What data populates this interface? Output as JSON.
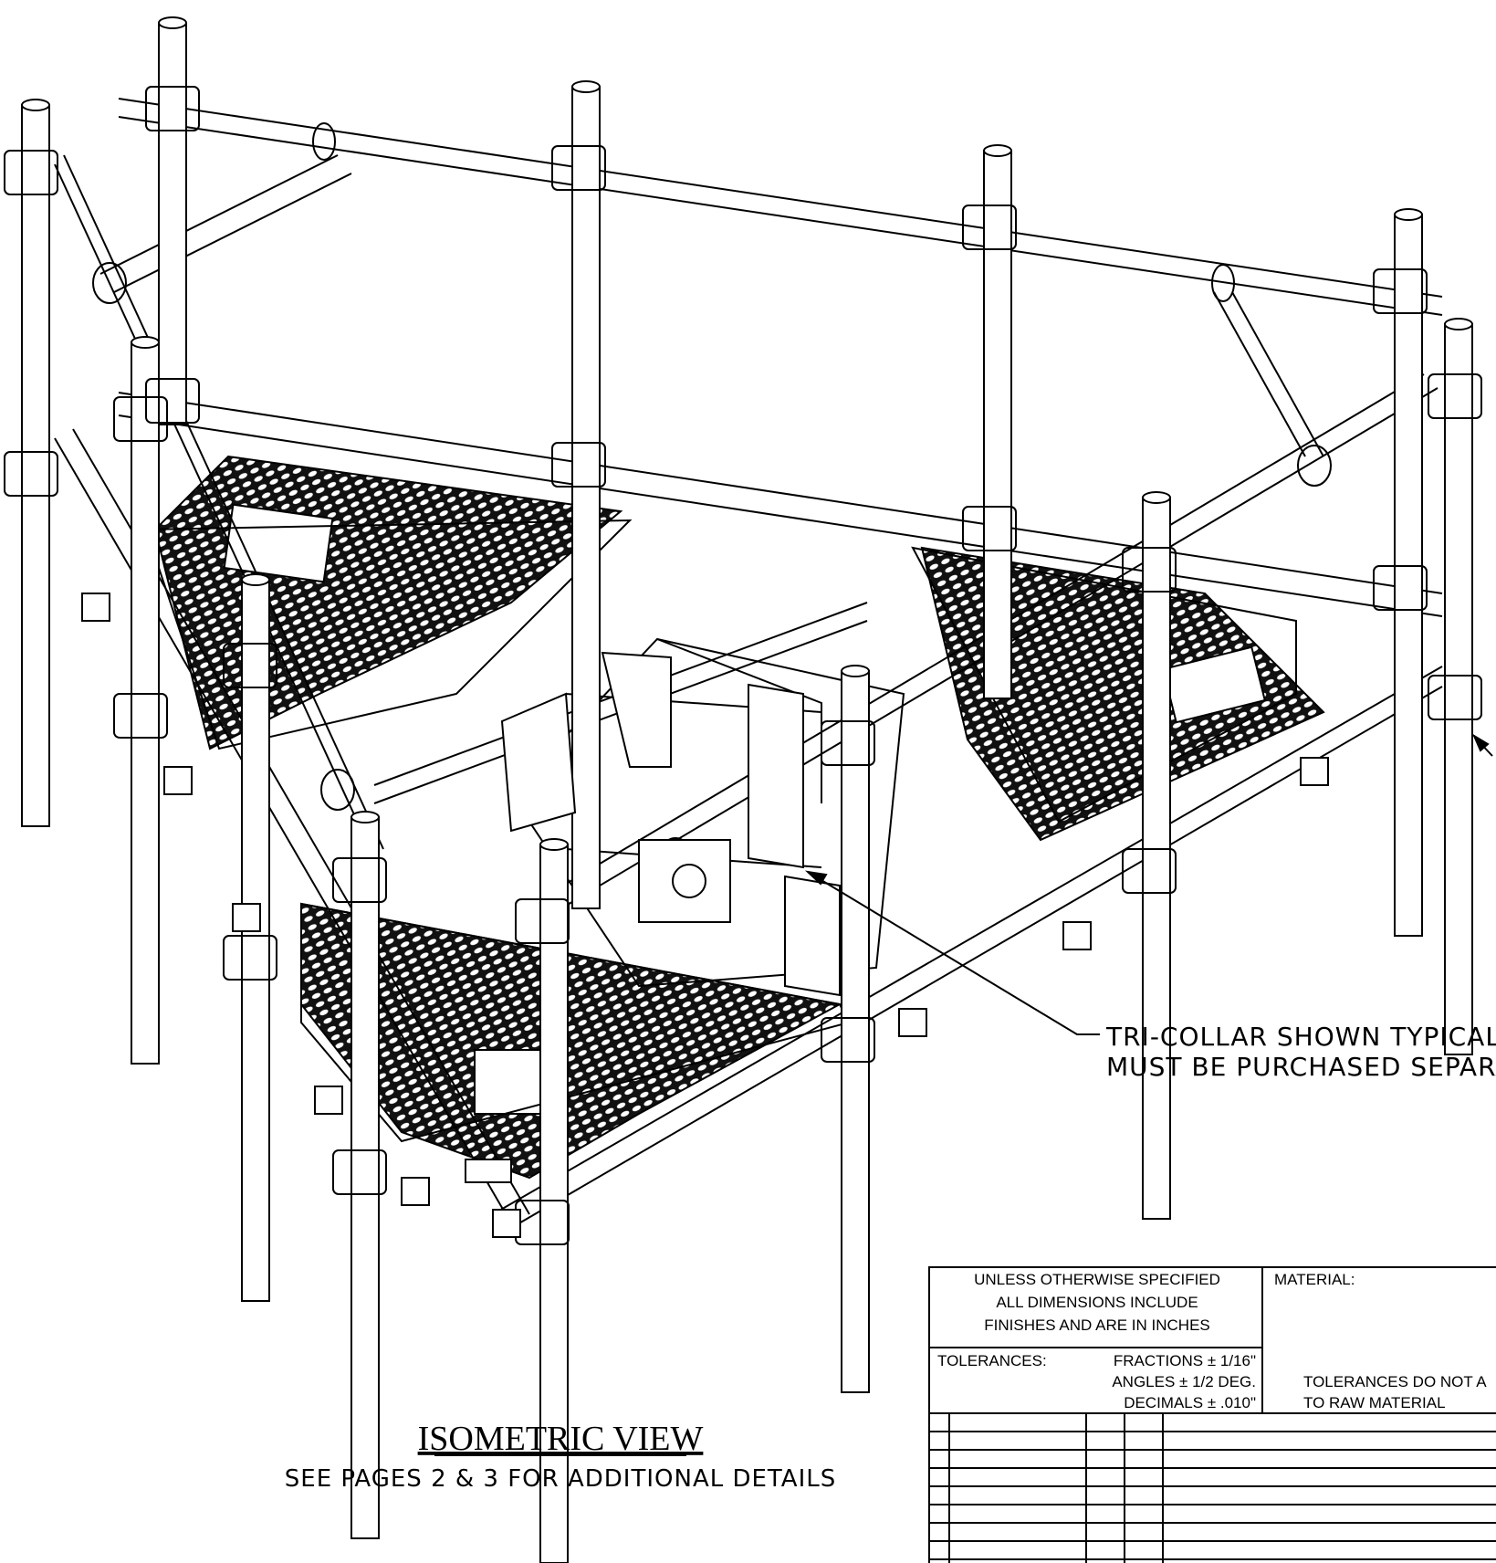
{
  "drawing": {
    "view_title": "ISOMETRIC VIEW",
    "view_subtitle": "SEE PAGES 2 & 3 FOR ADDITIONAL DETAILS",
    "callout": {
      "line1": "TRI-COLLAR SHOWN TYPICAL",
      "line2": "MUST BE PURCHASED SEPARATELY"
    }
  },
  "title_block": {
    "general_note": {
      "line1": "UNLESS OTHERWISE SPECIFIED",
      "line2": "ALL DIMENSIONS INCLUDE",
      "line3": "FINISHES AND ARE IN INCHES"
    },
    "tolerances": {
      "label": "TOLERANCES:",
      "fractions": "FRACTIONS ± 1/16\"",
      "angles": "ANGLES ± 1/2 DEG.",
      "decimals": "DECIMALS ± .010\""
    },
    "material_label": "MATERIAL:",
    "raw_material_note": {
      "line1": "TOLERANCES DO NOT A",
      "line2": "TO RAW MATERIAL"
    }
  }
}
